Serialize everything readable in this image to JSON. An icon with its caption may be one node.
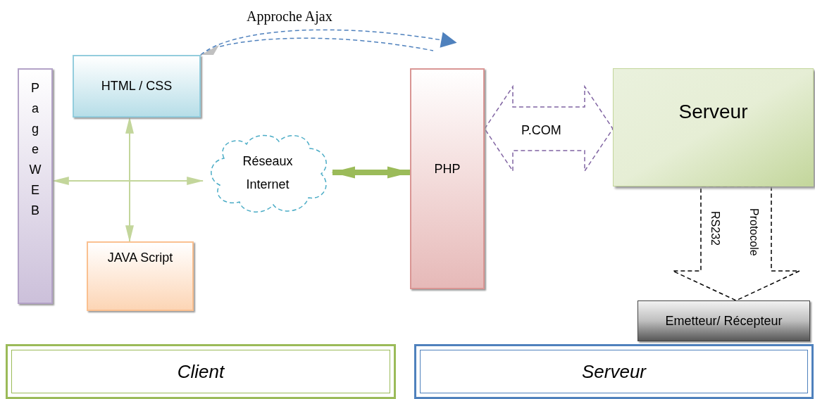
{
  "diagram": {
    "nodes": [
      {
        "text": [
          "Page WEB"
        ]
      },
      {
        "text": [
          "HTML / CSS"
        ]
      },
      {
        "text": [
          "JAVA Script"
        ]
      },
      {
        "text": [
          "Réseaux Internet"
        ]
      },
      {
        "text": [
          "PHP"
        ]
      },
      {
        "text": [
          "Serveur"
        ]
      },
      {
        "text": [
          "Emetteur/ Récepteur"
        ]
      },
      {
        "text": [
          "Client"
        ]
      },
      {
        "text": [
          "Serveur"
        ]
      }
    ],
    "edges": [
      {
        "from": 0,
        "to": 3,
        "arrow": "both",
        "color": "#c3d69b"
      },
      {
        "from": 1,
        "to": 2,
        "arrow": "both",
        "color": "#c3d69b"
      },
      {
        "from": 3,
        "to": 4,
        "arrow": "both",
        "style": "thick",
        "color": "#9bbb59"
      },
      {
        "from": 4,
        "to": 5,
        "arrow": "both",
        "style": "dashed",
        "label": "P.COM",
        "color": "#8064a2"
      },
      {
        "from": 5,
        "to": 6,
        "arrow": "to",
        "style": "dashed",
        "label": "RS232",
        "color": "#000000"
      },
      {
        "from": 1,
        "to": null,
        "arrow": "to",
        "style": "dashed",
        "label": "Approche Ajax",
        "color": "#4f81bd"
      }
    ],
    "labels": [
      "Protocole"
    ]
  }
}
